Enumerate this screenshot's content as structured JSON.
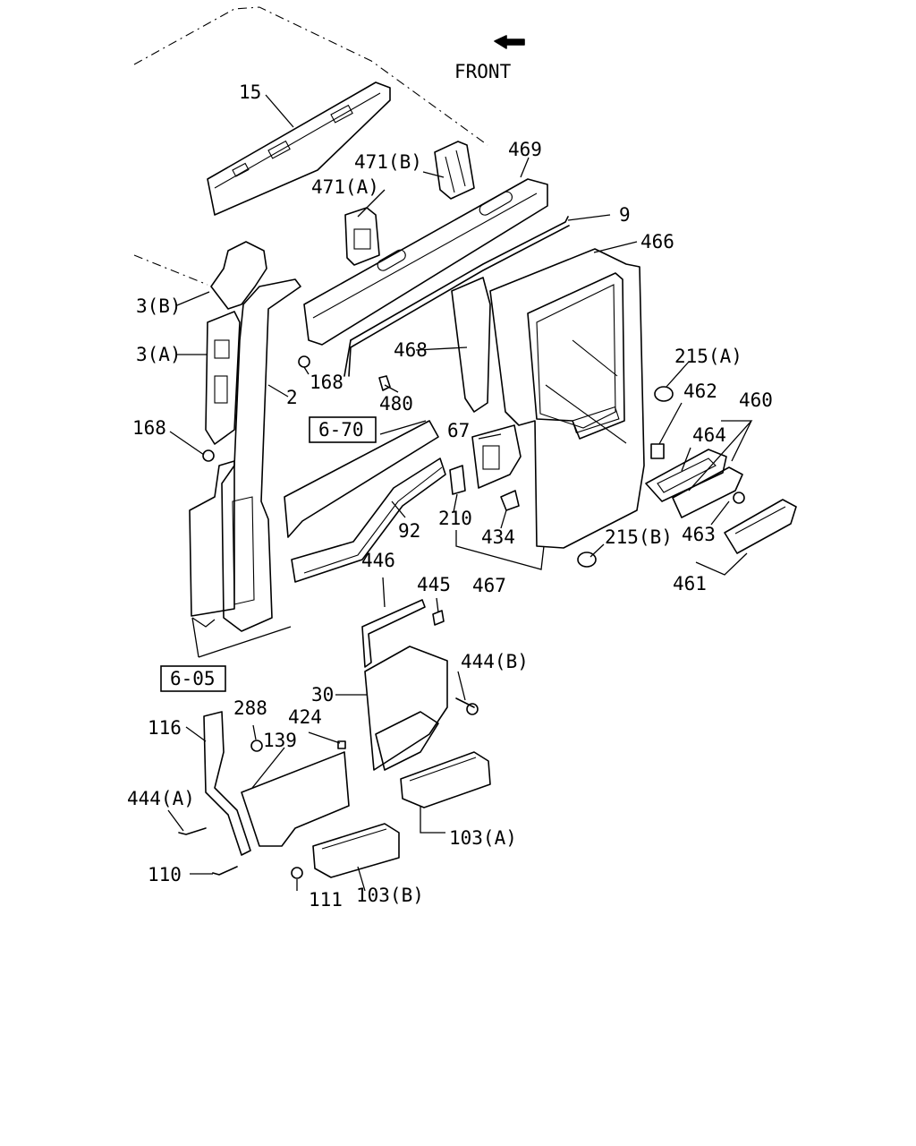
{
  "front_label": "FRONT",
  "callouts": {
    "c15": "15",
    "c471b": "471(B)",
    "c469": "469",
    "c471a": "471(A)",
    "c9": "9",
    "c466": "466",
    "c3b": "3(B)",
    "c3a": "3(A)",
    "c168a": "168",
    "c168b": "168",
    "c480": "480",
    "c468": "468",
    "c2": "2",
    "c215a": "215(A)",
    "c462": "462",
    "c460": "460",
    "c670": "6-70",
    "c67": "67",
    "c464": "464",
    "c92": "92",
    "c210": "210",
    "c434": "434",
    "c215b": "215(B)",
    "c463": "463",
    "c467": "467",
    "c461": "461",
    "c446": "446",
    "c445": "445",
    "c605": "6-05",
    "c444b": "444(B)",
    "c30": "30",
    "c116": "116",
    "c288": "288",
    "c424": "424",
    "c139": "139",
    "c444a": "444(A)",
    "c103a": "103(A)",
    "c110": "110",
    "c111": "111",
    "c103b": "103(B)"
  }
}
